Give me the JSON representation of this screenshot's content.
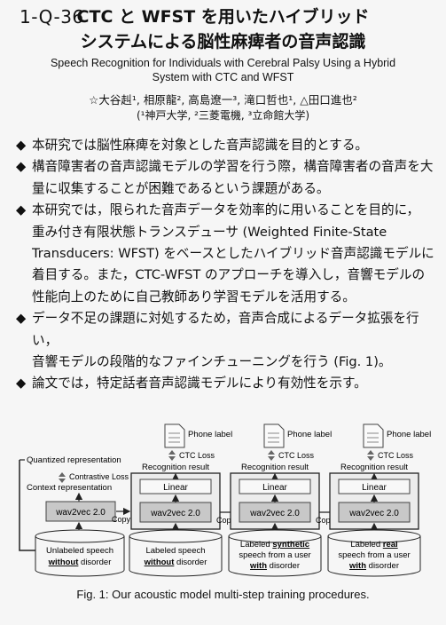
{
  "paper_id": "1-Q-36",
  "title_ja_line1": "CTC と WFST を用いたハイブリッド",
  "title_ja_line2": "システムによる脳性麻痺者の音声認識",
  "title_en_line1": "Speech Recognition for Individuals with Cerebral Palsy Using a Hybrid",
  "title_en_line2": "System with CTC and WFST",
  "authors": "☆大谷赳¹, 相原龍², 高島遼一³, 滝口哲也¹, △田口進也²",
  "affiliations": "(¹神戸大学, ²三菱電機, ³立命館大学)",
  "bullet_marker": "◆",
  "bullets": [
    [
      "本研究では脳性麻痺を対象とした音声認識を目的とする。"
    ],
    [
      "構音障害者の音声認識モデルの学習を行う際，構音障害者の音声を大",
      "量に収集することが困難であるという課題がある。"
    ],
    [
      "本研究では，限られた音声データを効率的に用いることを目的に，",
      "重み付き有限状態トランスデューサ (Weighted Finite-State",
      "Transducers: WFST) をベースとしたハイブリッド音声認識モデルに",
      "着目する。また，CTC-WFST のアプローチを導入し，音響モデルの",
      "性能向上のために自己教師あり学習モデルを活用する。"
    ],
    [
      "データ不足の課題に対処するため，音声合成によるデータ拡張を行い，",
      "音響モデルの段階的なファインチューニングを行う (Fig. 1)。"
    ],
    [
      "論文では，特定話者音声認識モデルにより有効性を示す。"
    ]
  ],
  "figure": {
    "quantized_representation": "Quantized representation",
    "contrastive_loss": "Contrastive Loss",
    "context_representation": "Context representation",
    "wav2vec": "wav2vec 2.0",
    "linear": "Linear",
    "recognition_result": "Recognition result",
    "ctc_loss": "CTC Loss",
    "phone_label": "Phone label",
    "copy": "Copy",
    "db1_line1": "Unlabeled speech",
    "db1_line2_bold": "without",
    "db1_line2_rest": " disorder",
    "db2_line1": "Labeled speech",
    "db2_line2_bold": "without",
    "db2_line2_rest": " disorder",
    "db3_line1_pre": "Labeled ",
    "db3_line1_bold": "synthetic",
    "db3_line2": "speech from a user",
    "db3_line3_bold": "with",
    "db3_line3_rest": " disorder",
    "db4_line1_pre": "Labeled ",
    "db4_line1_bold": "real",
    "db4_line2": "speech from a user",
    "db4_line3_bold": "with",
    "db4_line3_rest": " disorder"
  },
  "caption": "Fig. 1:  Our acoustic model multi-step training procedures.",
  "colors": {
    "box_fill": "#c8c8c8",
    "stage_fill": "#ececec"
  }
}
